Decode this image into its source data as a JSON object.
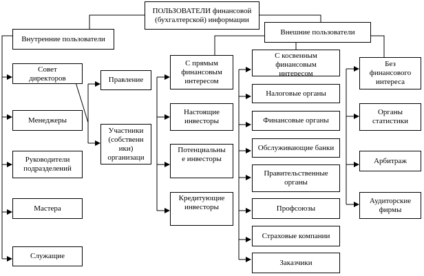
{
  "root": {
    "line1": "ПОЛЬЗОВАТЕЛИ финансовой",
    "line2": "(бухгалтерской) информации"
  },
  "internal": {
    "title": "Внутренние пользователи",
    "items": [
      "Совет\nдиректоров",
      "Менеджеры",
      "Руководители\nподразделений",
      "Мастера",
      "Служащие"
    ],
    "board_children": [
      "Правление",
      "Участники\n(собственн\nики)\nорганизаци"
    ]
  },
  "external": {
    "title": "Внешние пользователи",
    "direct": {
      "title": "С прямым\nфинансовым\nинтересом",
      "items": [
        "Настоящие\nинвесторы",
        "Потенциальны\nе инвесторы",
        "Кредитующие\nинвесторы"
      ]
    },
    "indirect": {
      "title": "С косвенным\nфинансовым\nинтересом",
      "items": [
        "Налоговые органы",
        "Финансовые органы",
        "Обслуживающие банки",
        "Правительственные\nорганы",
        "Профсоюзы",
        "Страховые компании",
        "Заказчики"
      ]
    },
    "none": {
      "title": "Без\nфинансового\nинтереса",
      "items": [
        "Органы\nстатистики",
        "Арбитраж",
        "Аудиторские\nфирмы"
      ]
    }
  }
}
